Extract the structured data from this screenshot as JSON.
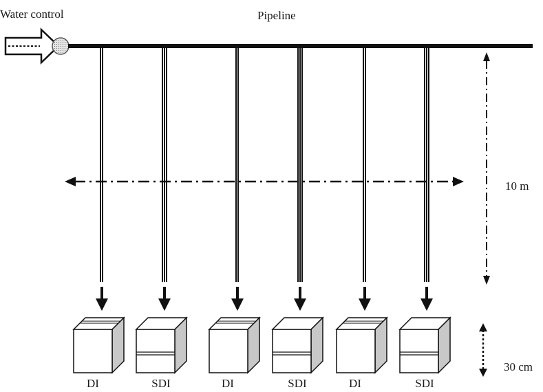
{
  "header": {
    "water_control": "Water control",
    "pipeline": "Pipeline"
  },
  "dimensions": {
    "length": "10 m",
    "depth": "30 cm"
  },
  "treatments": [
    {
      "label": "DI"
    },
    {
      "label": "SDI"
    },
    {
      "label": "DI"
    },
    {
      "label": "SDI"
    },
    {
      "label": "DI"
    },
    {
      "label": "SDI"
    }
  ],
  "colors": {
    "line": "#111111",
    "box_side": "#c8c8c8",
    "valve_fill": "#e6e6e6"
  }
}
